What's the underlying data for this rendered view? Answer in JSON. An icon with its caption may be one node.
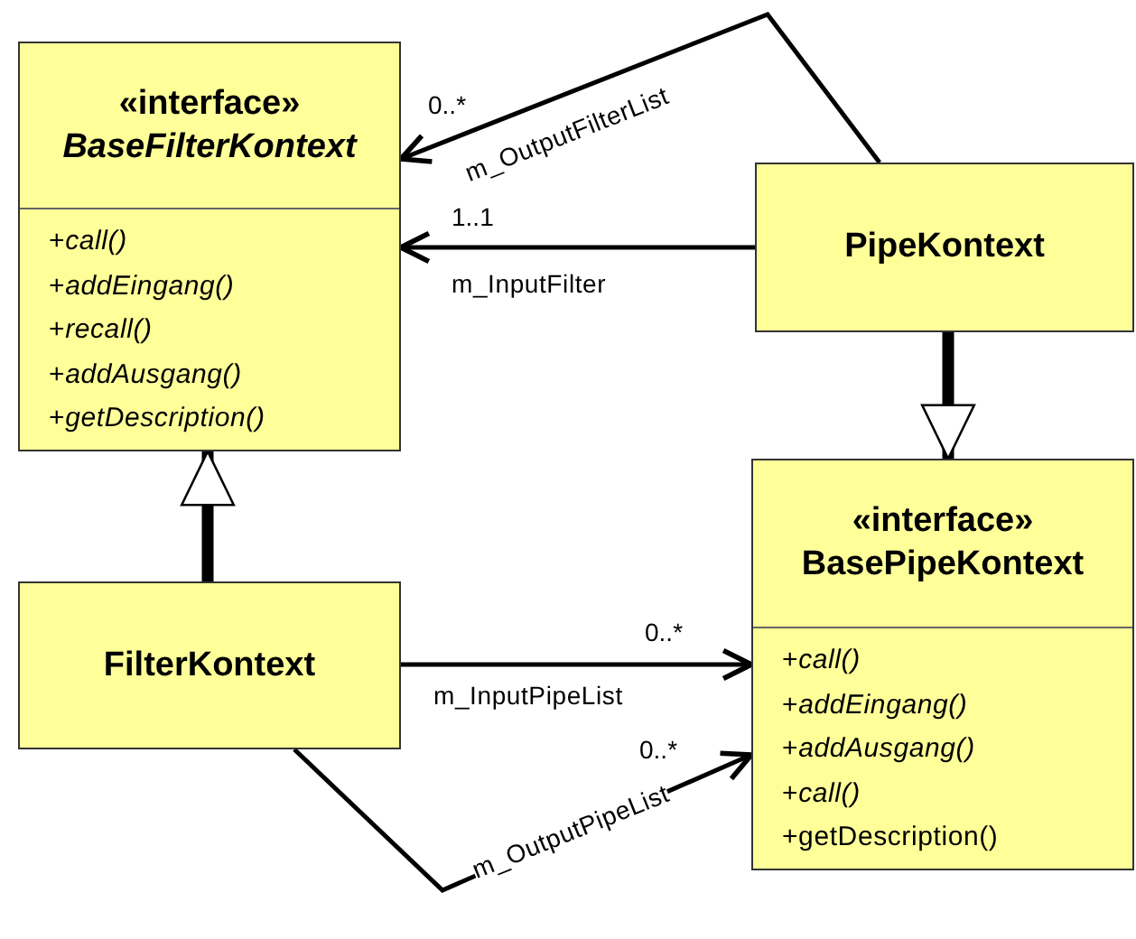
{
  "diagram": {
    "nodes": [
      {
        "text": [
          "«interface»",
          "*BaseFilterKontext*",
          "+*call()*",
          "+*addEingang()*",
          "+*recall()*",
          "+*addAusgang()*",
          "+*getDescription()*"
        ]
      },
      {
        "text": [
          "PipeKontext"
        ]
      },
      {
        "text": [
          "«interface»",
          "BasePipeKontext",
          "+*call()*",
          "+*addEingang()*",
          "+*addAusgang()*",
          "+*call()*",
          "+getDescription()"
        ]
      },
      {
        "text": [
          "FilterKontext"
        ]
      }
    ],
    "edges": [
      {
        "from": 1,
        "to": 0,
        "arrow": "to",
        "label": "m_OutputFilterList"
      },
      {
        "from": 1,
        "to": 0,
        "arrow": "to",
        "label": "m_InputFilter"
      },
      {
        "from": 1,
        "to": 2,
        "arrow": "to",
        "style": "thick"
      },
      {
        "from": 3,
        "to": 0,
        "arrow": "to",
        "style": "thick"
      },
      {
        "from": 3,
        "to": 2,
        "arrow": "to",
        "label": "m_InputPipeList"
      },
      {
        "from": 3,
        "to": 2,
        "arrow": "to",
        "label": "m_OutputPipeList"
      }
    ],
    "labels": [
      "0..*",
      "1..1",
      "0..*",
      "0..*"
    ]
  }
}
